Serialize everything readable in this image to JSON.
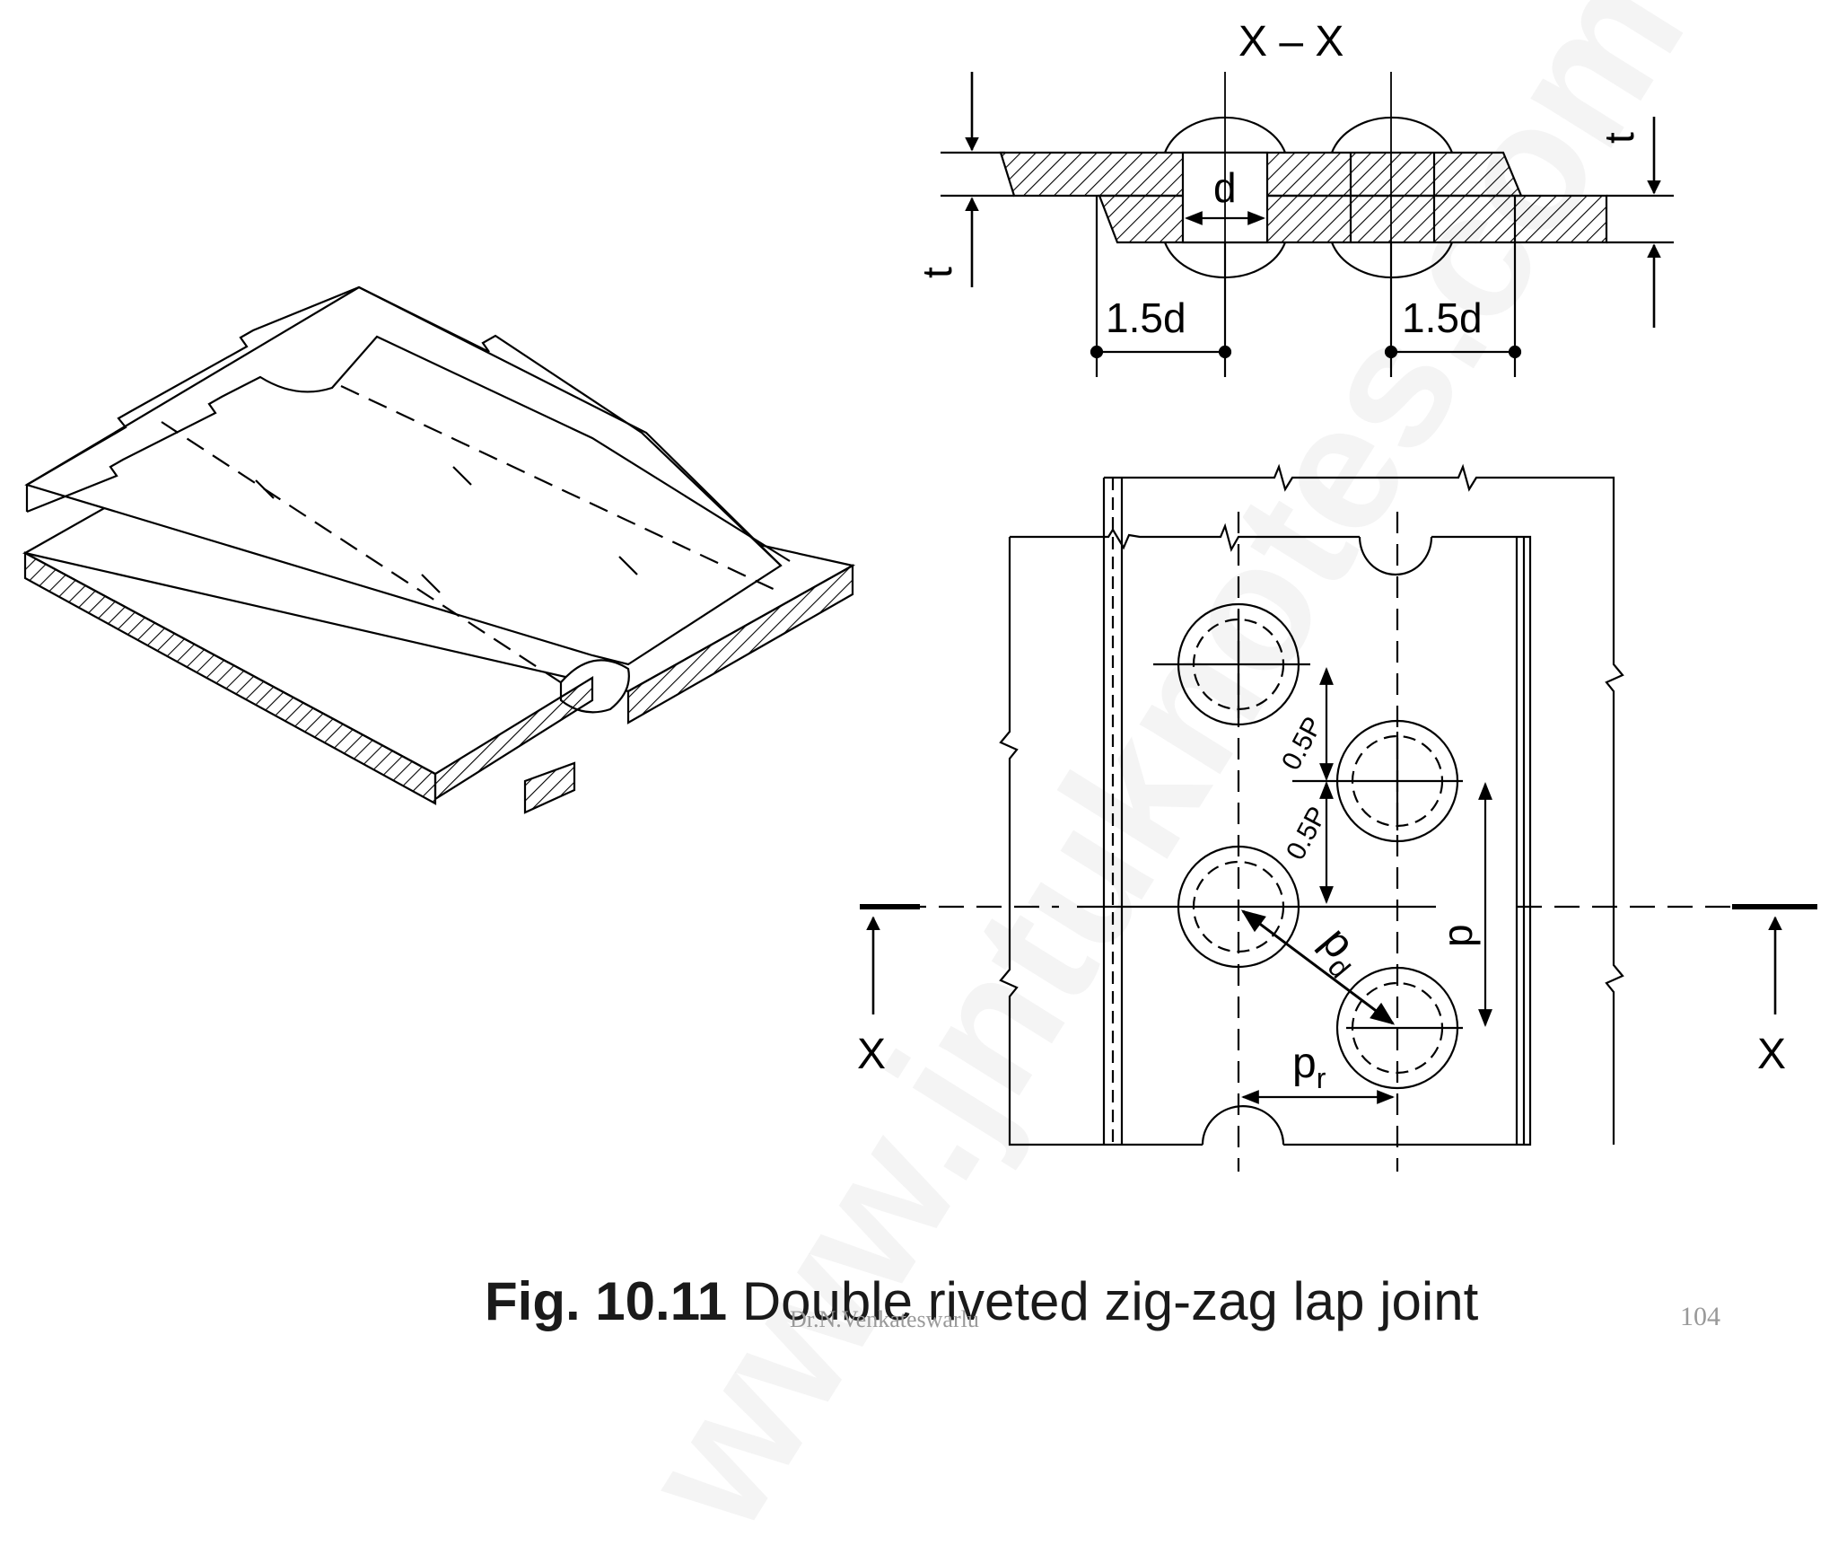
{
  "figure": {
    "number": "Fig. 10.11",
    "title": "Double riveted zig-zag lap joint"
  },
  "section_view": {
    "title": "X – X",
    "thickness_top": "t",
    "thickness_right": "t",
    "hole_diameter": "d",
    "margin_left": "1.5d",
    "margin_right": "1.5d"
  },
  "plan_view": {
    "section_mark_left": "X",
    "section_mark_right": "X",
    "half_pitch_upper": "0.5P",
    "half_pitch_lower": "0.5P",
    "pitch": "p",
    "diagonal_pitch_main": "p",
    "diagonal_pitch_sub": "d",
    "row_pitch_main": "p",
    "row_pitch_sub": "r"
  },
  "footer": {
    "author": "Dr.N.Venkateswarlu",
    "page_number": "104"
  },
  "watermark": "www.jntuknotes.com"
}
